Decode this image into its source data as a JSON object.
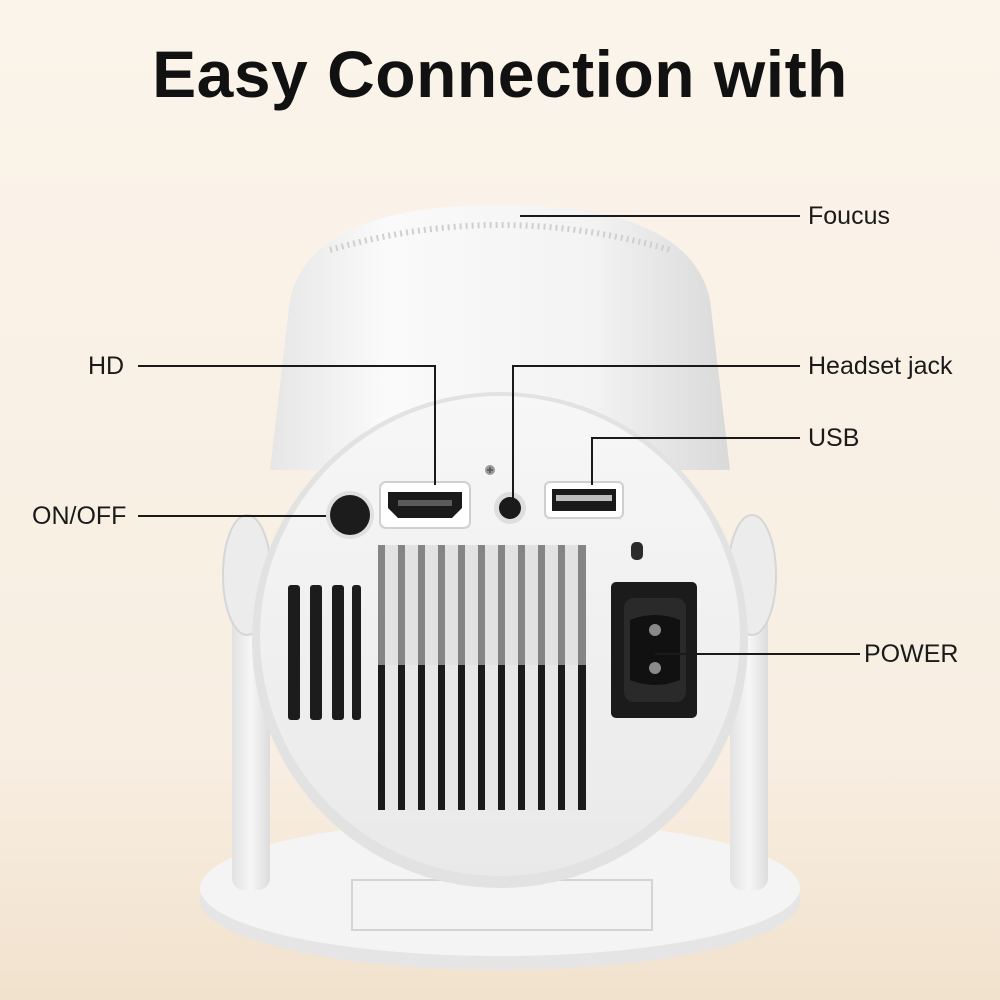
{
  "headline": "Easy Connection with",
  "callouts": {
    "focus": "Foucus",
    "hd": "HD",
    "headset": "Headset jack",
    "usb": "USB",
    "onoff": "ON/OFF",
    "power": "POWER"
  },
  "icons": [
    "hdmi-port-icon",
    "audio-jack-icon",
    "usb-port-icon",
    "power-button-icon",
    "ac-power-socket-icon",
    "screw-icon"
  ],
  "colors": {
    "background": "#fbf4ea",
    "device_body": "#f2f2f2",
    "port_black": "#1a1a1a",
    "text": "#111111"
  }
}
